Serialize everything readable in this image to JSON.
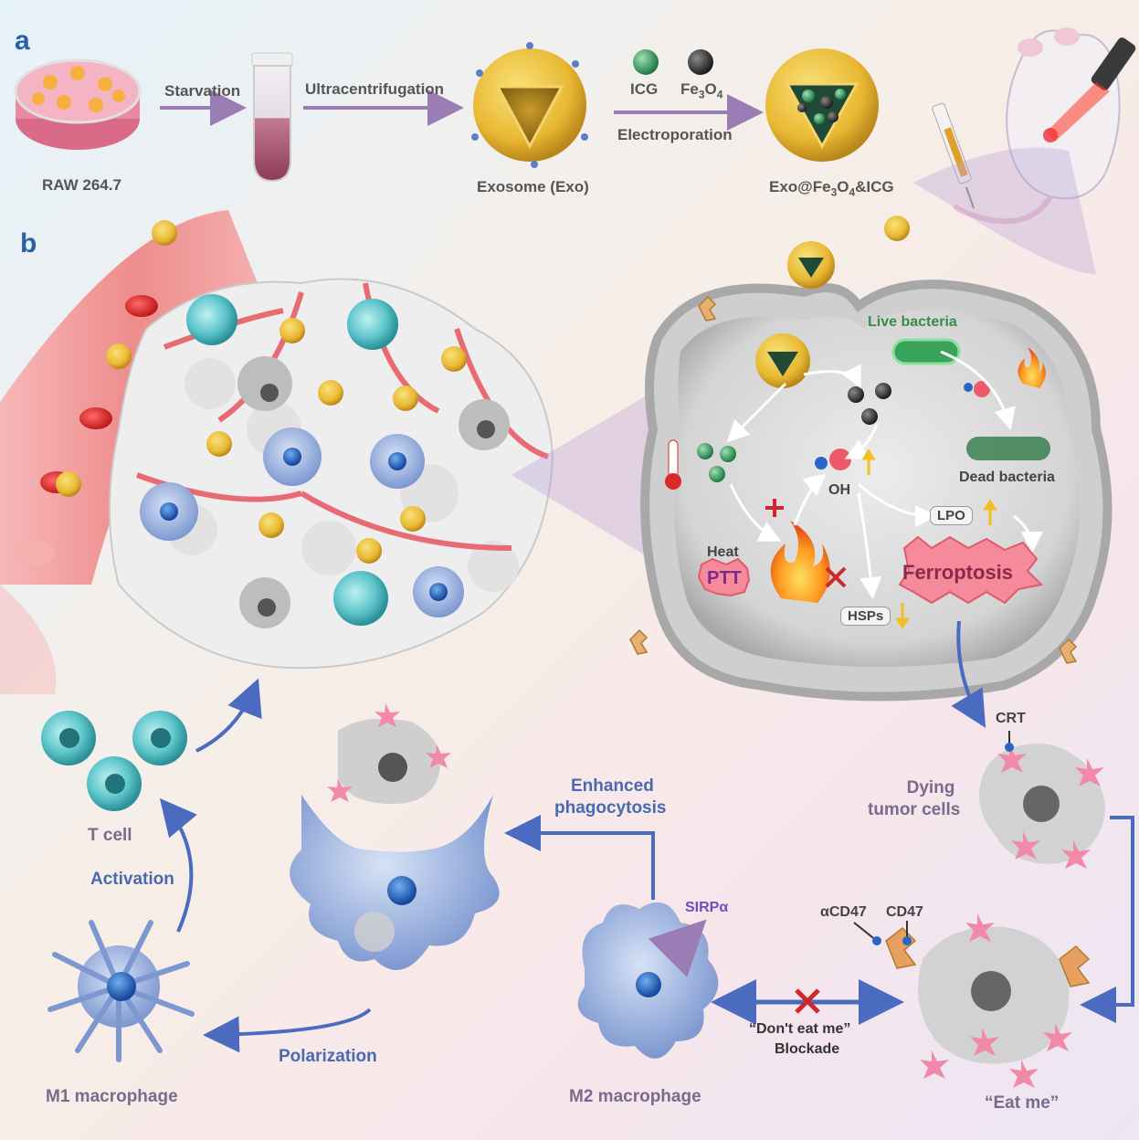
{
  "panels": {
    "a": "a",
    "b": "b"
  },
  "workflow": {
    "cell_line": "RAW 264.7",
    "step1": "Starvation",
    "step2": "Ultracentrifugation",
    "exosome": "Exosome (Exo)",
    "cargo1": "ICG",
    "cargo2_main": "Fe",
    "cargo2_sub": "3",
    "cargo2_main2": "O",
    "cargo2_sub2": "4",
    "step3": "Electroporation",
    "product_a": "Exo@Fe",
    "product_sub1": "3",
    "product_b": "O",
    "product_sub2": "4",
    "product_c": "&ICG"
  },
  "cell_inner": {
    "live_bacteria": "Live bacteria",
    "dead_bacteria": "Dead bacteria",
    "oh": "OH",
    "lpo": "LPO",
    "heat": "Heat",
    "ptt": "PTT",
    "ferroptosis": "Ferroptosis",
    "hsps": "HSPs"
  },
  "immune": {
    "crt": "CRT",
    "dying_line1": "Dying",
    "dying_line2": "tumor cells",
    "enhanced_line1": "Enhanced",
    "enhanced_line2": "phagocytosis",
    "sirpa": "SIRPα",
    "acd47": "αCD47",
    "cd47": "CD47",
    "blockade_line1": "“Don't eat me”",
    "blockade_line2": "Blockade",
    "eat_me": "“Eat me”",
    "m2": "M2 macrophage",
    "m1": "M1 macrophage",
    "polarization": "Polarization",
    "activation": "Activation",
    "t_cell": "T cell"
  },
  "colors": {
    "exosome_shell": "#e8b832",
    "icg": "#2f9a5c",
    "fe3o4": "#3a3a3a",
    "arrow_purple": "#9a7db4",
    "arrow_blue": "#4a6bc0",
    "macrophage": "#8aa3d6",
    "tcell": "#2f9fa8",
    "blood_vessel": "#e26a6a",
    "ptt_fire": "#f08a20",
    "blocker_x": "#d0282a"
  }
}
